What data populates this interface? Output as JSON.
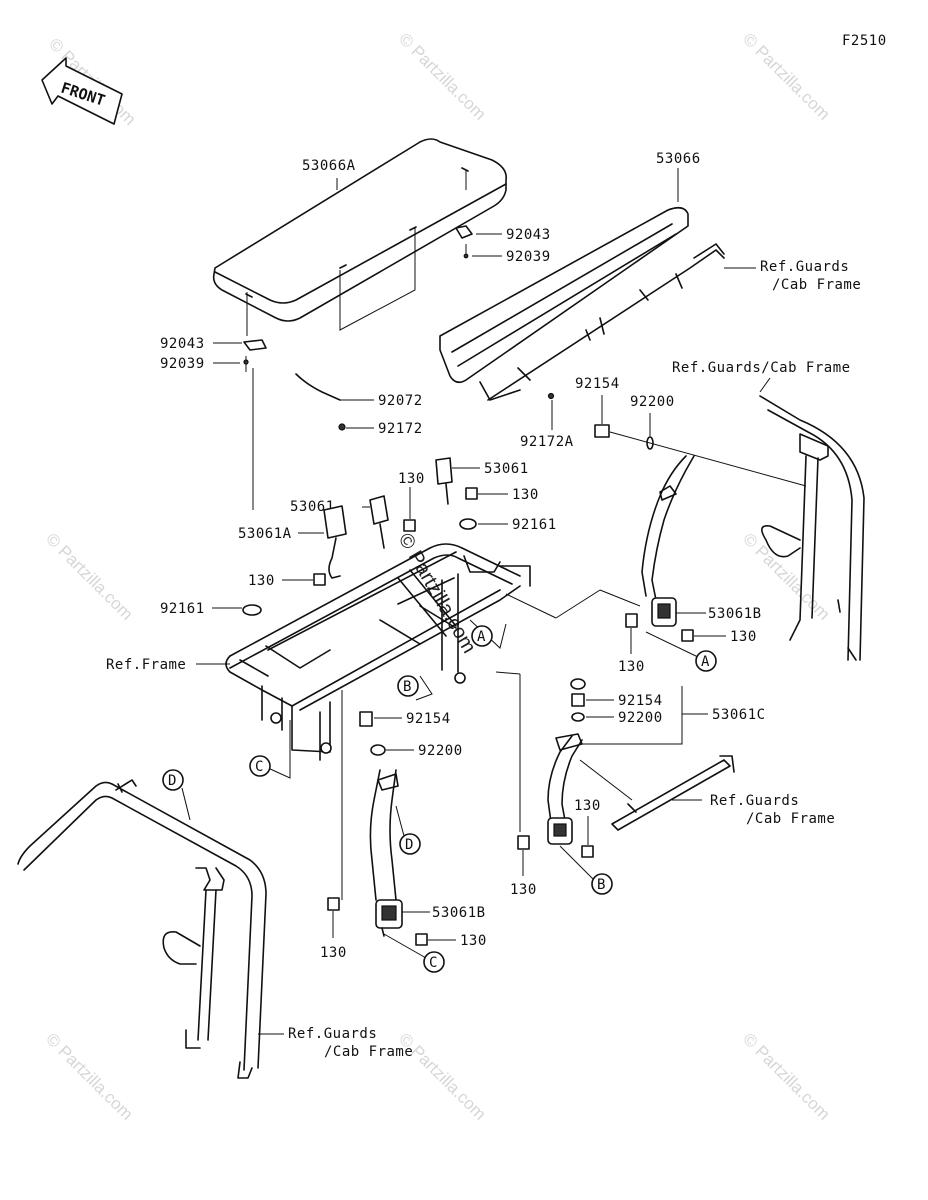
{
  "figure_code": "F2510",
  "front_label": "FRONT",
  "watermark": "© Partzilla.com",
  "parts": {
    "p53066A": "53066A",
    "p53066": "53066",
    "p92043_r": "92043",
    "p92039_r": "92039",
    "p92043_l": "92043",
    "p92039_l": "92039",
    "p92072": "92072",
    "p92172": "92172",
    "p92172A": "92172A",
    "p92154_top": "92154",
    "p92200_top": "92200",
    "p53061_r": "53061",
    "p130_r": "130",
    "p92161_r": "92161",
    "p53061_l": "53061",
    "p130_l": "130",
    "p53061A": "53061A",
    "p130_ll": "130",
    "p92161_l": "92161",
    "p53061B_r": "53061B",
    "p130_rb": "130",
    "p130_ra": "130",
    "p92154_m": "92154",
    "p92200_m": "92200",
    "p92154_c": "92154",
    "p92200_c": "92200",
    "p53061C": "53061C",
    "p130_bc": "130",
    "p130_bl": "130",
    "p53061B_b": "53061B",
    "p130_b1": "130",
    "p130_b2": "130"
  },
  "refs": {
    "guards_top_1": "Ref.Guards",
    "guards_top_2": "/Cab Frame",
    "guards_right_1": "Ref.Guards/Cab Frame",
    "guards_mid_1": "Ref.Guards",
    "guards_mid_2": "/Cab Frame",
    "guards_bottom_1": "Ref.Guards",
    "guards_bottom_2": "/Cab Frame",
    "frame": "Ref.Frame"
  },
  "callouts": {
    "A1": "A",
    "A2": "A",
    "B1": "B",
    "B2": "B",
    "C1": "C",
    "C2": "C",
    "D1": "D",
    "D2": "D"
  }
}
